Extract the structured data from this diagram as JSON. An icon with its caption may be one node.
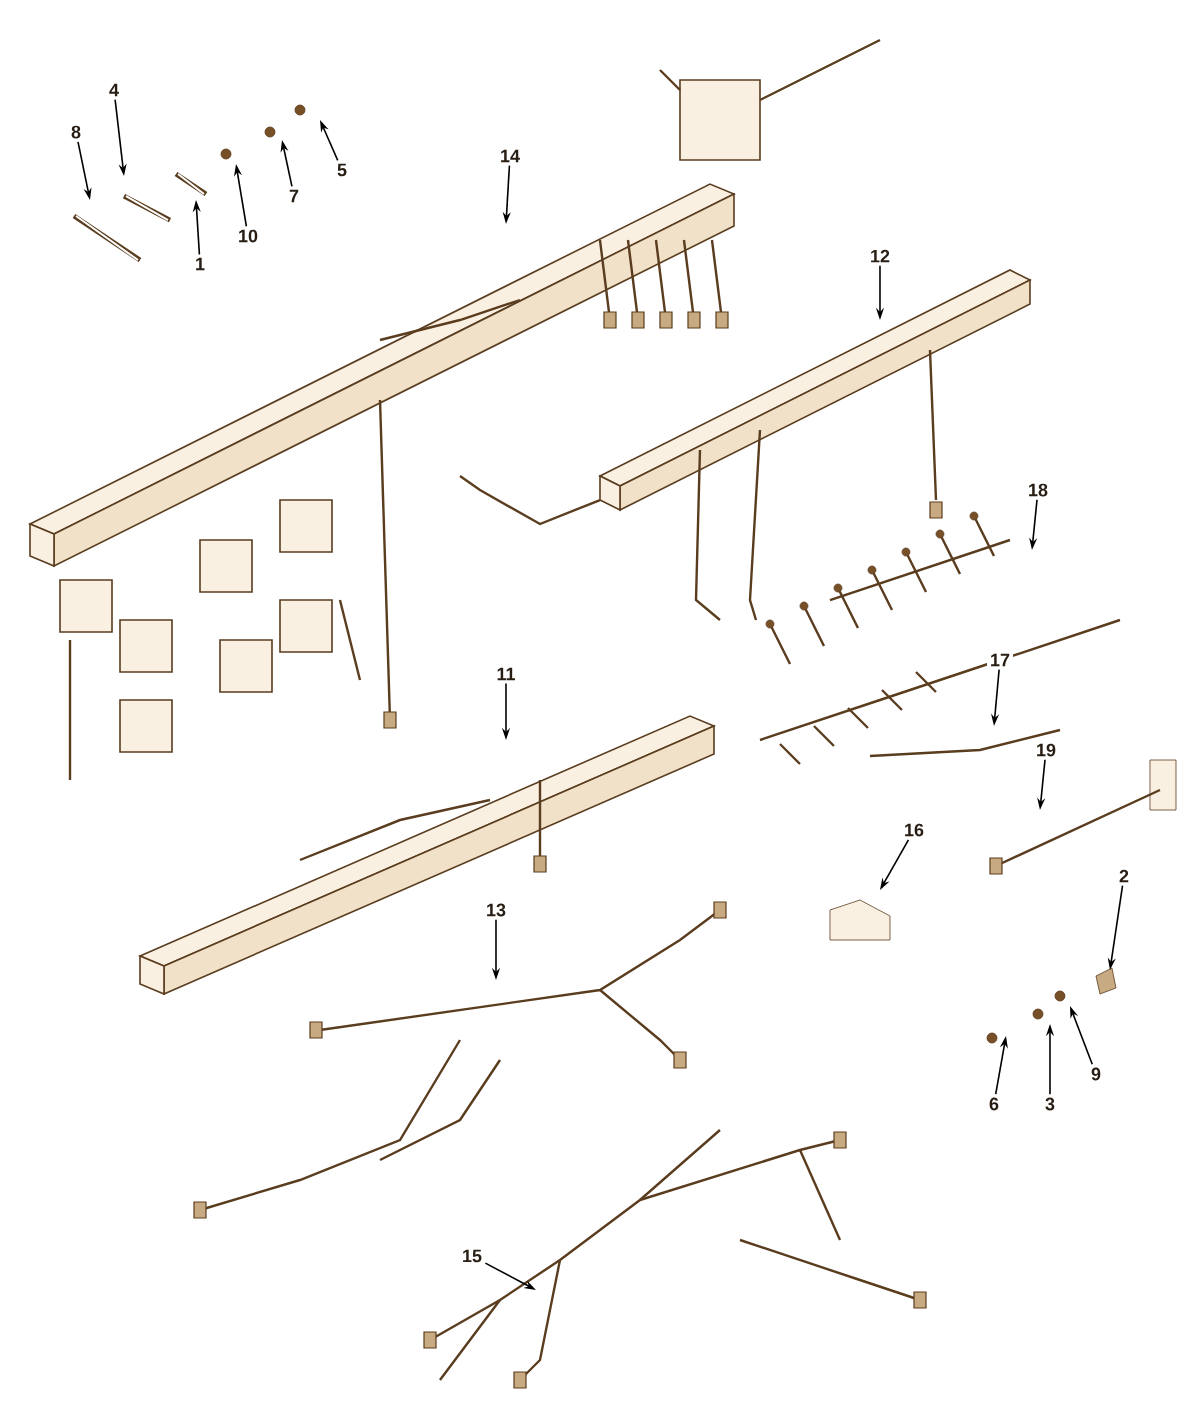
{
  "diagram": {
    "nodes": [
      {
        "text": [
          "4"
        ]
      },
      {
        "text": [
          "8"
        ]
      },
      {
        "text": [
          "5"
        ]
      },
      {
        "text": [
          "14"
        ]
      },
      {
        "text": [
          "7"
        ]
      },
      {
        "text": [
          "10"
        ]
      },
      {
        "text": [
          "1"
        ]
      },
      {
        "text": [
          "12"
        ]
      },
      {
        "text": [
          "18"
        ]
      },
      {
        "text": [
          "17"
        ]
      },
      {
        "text": [
          "11"
        ]
      },
      {
        "text": [
          "19"
        ]
      },
      {
        "text": [
          "16"
        ]
      },
      {
        "text": [
          "2"
        ]
      },
      {
        "text": [
          "13"
        ]
      },
      {
        "text": [
          "9"
        ]
      },
      {
        "text": [
          "3"
        ]
      },
      {
        "text": [
          "6"
        ]
      },
      {
        "text": [
          "15"
        ]
      }
    ],
    "edges": [
      {
        "from": 0,
        "to": null,
        "arrow": "to"
      },
      {
        "from": 1,
        "to": null,
        "arrow": "to"
      },
      {
        "from": 2,
        "to": null,
        "arrow": "to"
      },
      {
        "from": 3,
        "to": null,
        "arrow": "to"
      },
      {
        "from": 4,
        "to": null,
        "arrow": "to"
      },
      {
        "from": 5,
        "to": null,
        "arrow": "to"
      },
      {
        "from": 6,
        "to": null,
        "arrow": "to"
      },
      {
        "from": 7,
        "to": null,
        "arrow": "to"
      },
      {
        "from": 8,
        "to": null,
        "arrow": "to"
      },
      {
        "from": 9,
        "to": null,
        "arrow": "to"
      },
      {
        "from": 10,
        "to": null,
        "arrow": "to"
      },
      {
        "from": 11,
        "to": null,
        "arrow": "to"
      },
      {
        "from": 12,
        "to": null,
        "arrow": "to"
      },
      {
        "from": 13,
        "to": null,
        "arrow": "to"
      },
      {
        "from": 14,
        "to": null,
        "arrow": "to"
      },
      {
        "from": 15,
        "to": null,
        "arrow": "to"
      },
      {
        "from": 16,
        "to": null,
        "arrow": "to"
      },
      {
        "from": 17,
        "to": null,
        "arrow": "to"
      },
      {
        "from": 18,
        "to": null,
        "arrow": "to"
      }
    ]
  }
}
